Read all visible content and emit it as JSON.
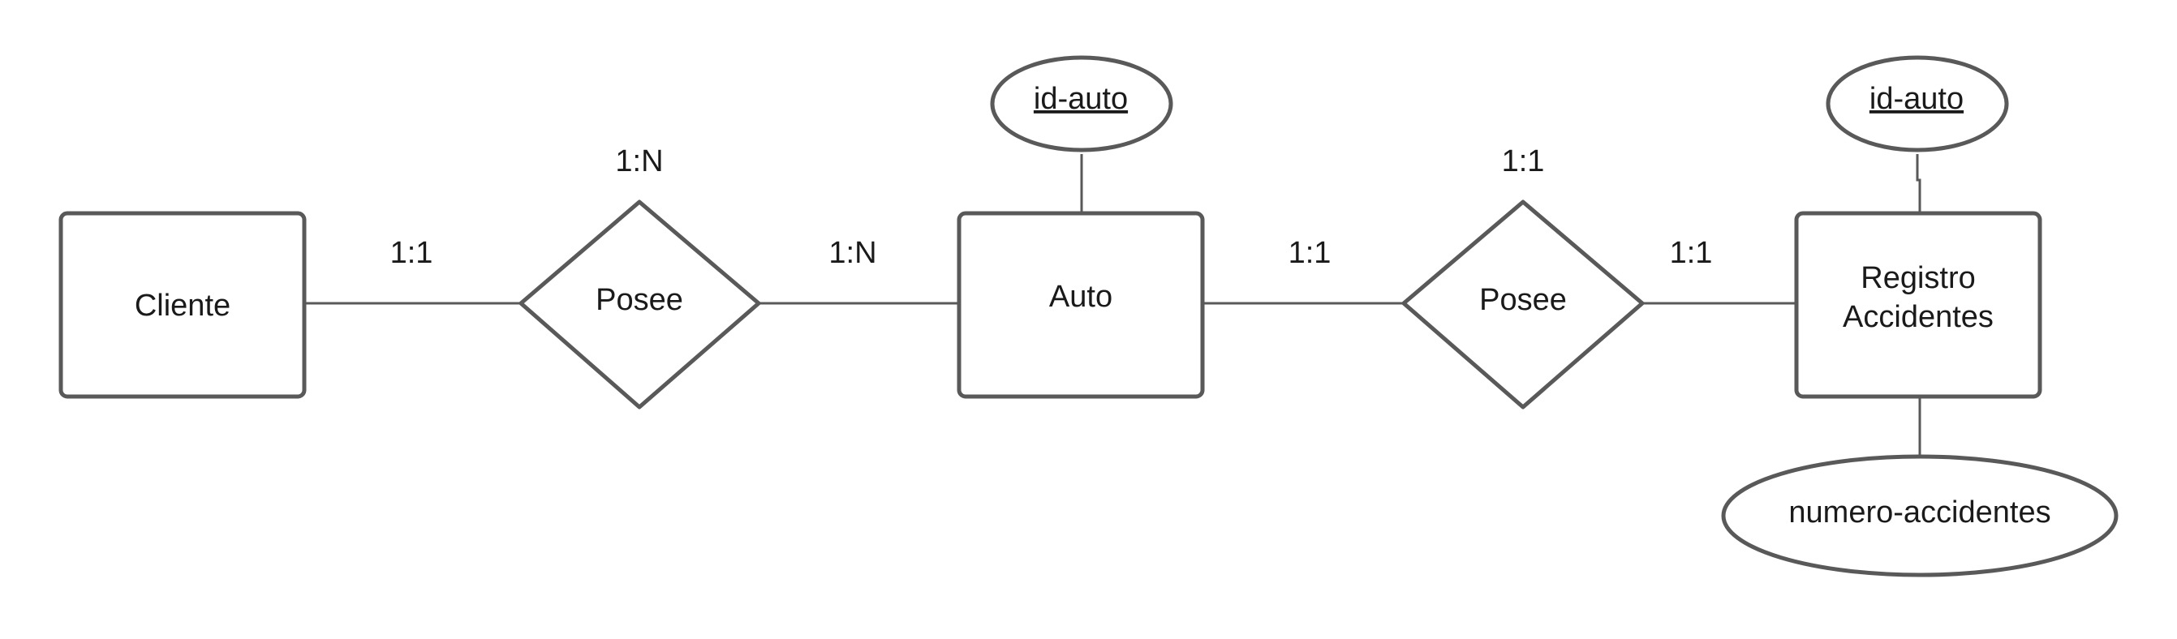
{
  "entities": {
    "cliente": "Cliente",
    "auto": "Auto",
    "registro_line1": "Registro",
    "registro_line2": "Accidentes"
  },
  "relationships": {
    "posee_1": "Posee",
    "posee_2": "Posee"
  },
  "attributes": {
    "auto_key": "id-auto",
    "registro_key": "id-auto",
    "numero_accidentes": "numero-accidentes"
  },
  "cardinalities": {
    "cliente_posee1": "1:1",
    "posee1_top": "1:N",
    "posee1_auto": "1:N",
    "auto_posee2": "1:1",
    "posee2_top": "1:1",
    "posee2_registro": "1:1"
  },
  "colors": {
    "stroke": "#595959",
    "text": "#1a1a1a"
  }
}
